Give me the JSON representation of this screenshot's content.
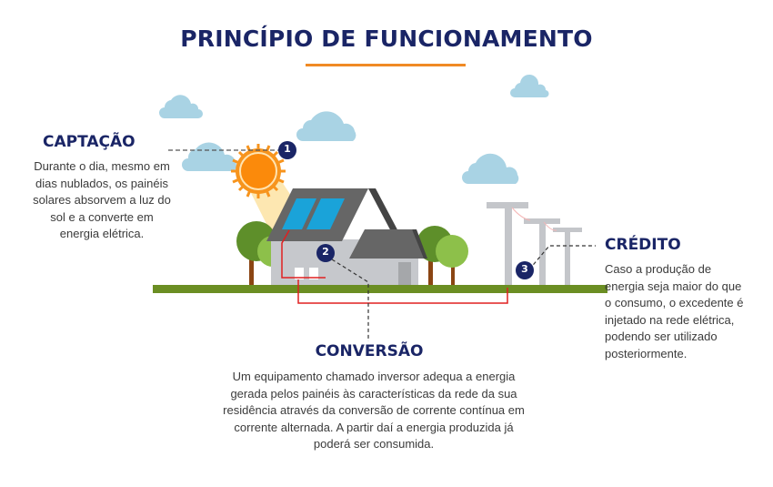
{
  "title": "PRINCÍPIO DE FUNCIONAMENTO",
  "colors": {
    "title": "#1a2566",
    "accent_underline": "#f08a24",
    "badge": "#1a2566",
    "text": "#3b3b3b",
    "cloud": "#a9d3e4",
    "grass": "#6b8e23",
    "roof": "#666666",
    "wall": "#c6c8cc",
    "panel": "#1aa3d9",
    "wire": "#e02020",
    "pole": "#c4c6ca"
  },
  "steps": [
    {
      "number": "1",
      "heading": "CAPTAÇÃO",
      "text_lines": [
        "Durante o dia, mesmo em",
        "dias nublados, os painéis",
        "solares absorvem a luz do",
        "sol e a converte em",
        "energia elétrica."
      ]
    },
    {
      "number": "2",
      "heading": "CONVERSÃO",
      "text_lines": [
        "Um equipamento chamado inversor adequa a energia",
        "gerada pelos painéis às características da rede da sua",
        "residência através da conversão de corrente contínua em",
        "corrente alternada. A partir daí a energia produzida já",
        "poderá ser consumida."
      ]
    },
    {
      "number": "3",
      "heading": "CRÉDITO",
      "text_lines": [
        "Caso a produção de",
        "energia seja maior do que",
        "o consumo, o excedente é",
        "injetado na rede elétrica,",
        "podendo ser utilizado",
        "posteriormente."
      ]
    }
  ]
}
